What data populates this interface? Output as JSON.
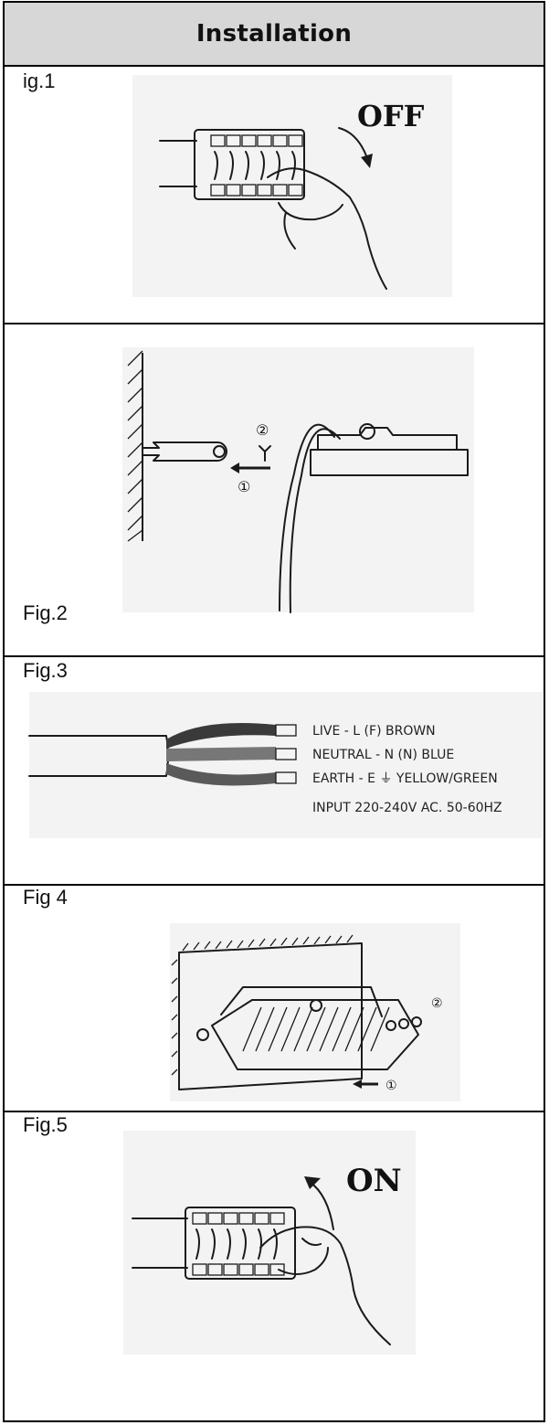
{
  "header": {
    "title": "Installation"
  },
  "figures": [
    {
      "label": "ig.1",
      "callout": "OFF"
    },
    {
      "label": "Fig.2",
      "callouts": [
        "②",
        "①"
      ]
    },
    {
      "label": "Fig.3",
      "wires": [
        {
          "text": "LIVE - L (F) BROWN",
          "color": "#3a3a3a"
        },
        {
          "text": "NEUTRAL - N (N) BLUE",
          "color": "#777777"
        },
        {
          "text": "EARTH - E ⏚ YELLOW/GREEN",
          "color": "#5a5a5a"
        }
      ],
      "input": "INPUT 220-240V AC. 50-60HZ"
    },
    {
      "label": "Fig 4",
      "callouts": [
        "②",
        "①"
      ]
    },
    {
      "label": "Fig.5",
      "callout": "ON"
    }
  ]
}
